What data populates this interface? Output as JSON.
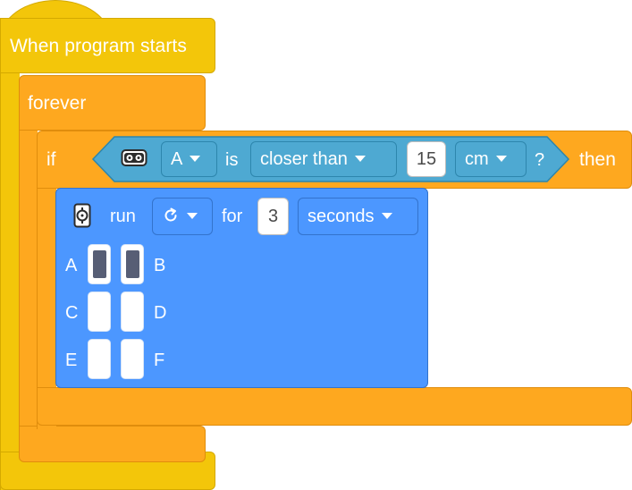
{
  "event_block": {
    "title": "When program starts"
  },
  "forever_block": {
    "label": "forever"
  },
  "if_block": {
    "if_label": "if",
    "then_label": "then",
    "condition": {
      "sensor_icon": "distance-sensor-icon",
      "port": "A",
      "is_label": "is",
      "comparison": "closer than",
      "value": "15",
      "unit": "cm",
      "question": "?"
    }
  },
  "motor_block": {
    "icon": "motor-icon",
    "run_label": "run",
    "direction_icon": "clockwise-icon",
    "for_label": "for",
    "amount": "3",
    "unit": "seconds",
    "ports": [
      {
        "left_label": "A",
        "right_label": "B",
        "left_selected": true,
        "right_selected": true
      },
      {
        "left_label": "C",
        "right_label": "D",
        "left_selected": false,
        "right_selected": false
      },
      {
        "left_label": "E",
        "right_label": "F",
        "left_selected": false,
        "right_selected": false
      }
    ]
  },
  "colors": {
    "event": "#f3c60a",
    "control": "#fea81f",
    "sensor": "#4ea9d2",
    "motor": "#4c97ff",
    "port_selected": "#575e75"
  }
}
